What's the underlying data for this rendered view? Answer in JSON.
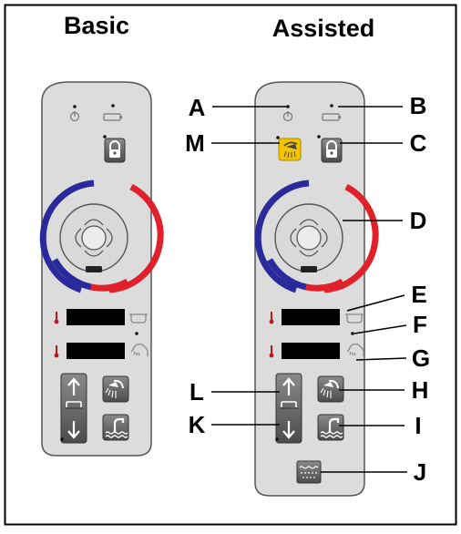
{
  "titles": {
    "basic": "Basic",
    "assisted": "Assisted"
  },
  "callouts": [
    "A",
    "B",
    "C",
    "D",
    "E",
    "F",
    "G",
    "H",
    "I",
    "J",
    "K",
    "L",
    "M"
  ],
  "colors": {
    "frame": "#000000",
    "panel_fill": "#dcdcdc",
    "panel_stroke": "#555555",
    "cold_blue": "#2a2a9c",
    "hot_red": "#e0202a",
    "display_black": "#000000",
    "button_grey": "#6f6f6f",
    "button_dark": "#4a4a4a",
    "highlight_yellow": "#f5c400",
    "indicator_red": "#c01818",
    "callout_line": "#000000"
  },
  "icons": {
    "power": "power-icon",
    "battery": "battery-icon",
    "lock": "padlock-icon",
    "overhead_shower": "overhead-shower-icon",
    "thermometer": "thermometer-icon",
    "bath": "bath-tub-icon",
    "hand_shower": "hand-shower-icon",
    "arrow_up": "arrow-up-icon",
    "arrow_down": "arrow-down-icon",
    "shower": "shower-icon",
    "fill": "bath-fill-icon",
    "massage": "massage-icon"
  }
}
